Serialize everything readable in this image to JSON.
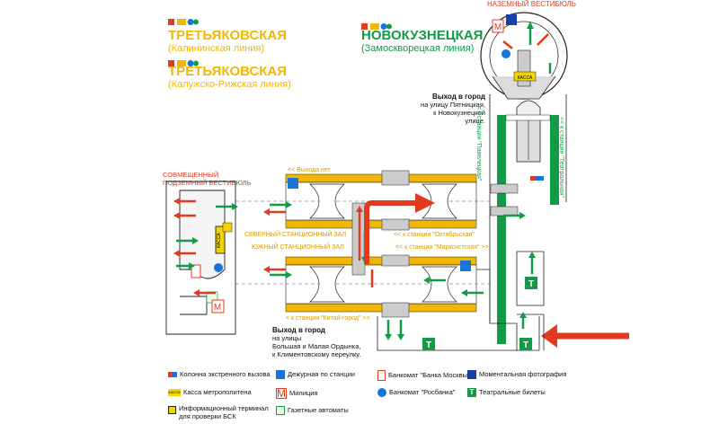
{
  "stations": {
    "tretyakovskaya_kalininskaya": {
      "name": "ТРЕТЬЯКОВСКАЯ",
      "line": "(Калининская линия)"
    },
    "tretyakovskaya_kaluzhsko": {
      "name": "ТРЕТЬЯКОВСКАЯ",
      "line": "(Калужско-Рижская линия)"
    },
    "novokuznetskaya": {
      "name": "НОВОКУЗНЕЦКАЯ",
      "line": "(Замоскворецкая линия)"
    }
  },
  "vestibules": {
    "ground": "НАЗЕМНЫЙ ВЕСТИБЮЛЬ",
    "combined": [
      "СОВМЕЩЕННЫЙ",
      "ПОДЗЕМНЫЙ ВЕСТИБЮЛЬ"
    ]
  },
  "exits": {
    "north": {
      "title": "Выход в город",
      "lines": [
        "на улицу Пятницкая,",
        "к Новокузнецкой улице."
      ]
    },
    "south": {
      "title": "Выход в город",
      "lines": [
        "на улицы",
        "Большая и Малая Ордынка,",
        "к Климентовскому переулку."
      ]
    }
  },
  "track_labels": {
    "top_yellow": "<< Выхода нет",
    "northern_hall": "СЕВЕРНЫЙ СТАНЦИОННЫЙ ЗАЛ",
    "southern_hall": "ЮЖНЫЙ СТАНЦИОННЫЙ ЗАЛ",
    "oktyabrskaya": "<< к станции \"Октябрьская\"",
    "marksistskaya": "<< к станции \"Марксистская\" >>",
    "kitay_gorod": "< к станции \"Китай-город\" >>",
    "paveletskaya": "< к станции \"Павелецкая\"",
    "teatralnaya": "<< к станции \"Театральная\""
  },
  "legend": [
    {
      "icon": "emergency-column-icon",
      "label": "Колонна экстренного вызова"
    },
    {
      "icon": "duty-officer-icon",
      "label": "Дежурная по станции"
    },
    {
      "icon": "atm-bank-moskvy-icon",
      "label": "Банкомат \"Банка Москвы\""
    },
    {
      "icon": "photo-booth-icon",
      "label": "Моментальная фотография"
    },
    {
      "icon": "ticket-office-icon",
      "label": "Касса метрополитена",
      "badge": "КАССА"
    },
    {
      "icon": "police-icon",
      "label": "Милиция",
      "badge": "M"
    },
    {
      "icon": "atm-rosbank-icon",
      "label": "Банкомат \"Росбанка\""
    },
    {
      "icon": "theatre-tickets-icon",
      "label": "Театральные билеты",
      "badge": "T"
    },
    {
      "icon": "info-terminal-icon",
      "label": "Информационный терминал для проверки БСК"
    },
    {
      "icon": "newspaper-machine-icon",
      "label": "Газетные автоматы"
    }
  ],
  "badges": {
    "kassa": "КАССА",
    "police": "M",
    "theatre": "T"
  },
  "colors": {
    "kalininskaya": "#f2b705",
    "zamoskvoretskaya": "#129a46",
    "arrow_red": "#e23a1e",
    "arrow_green": "#129a46",
    "duty_blue": "#1a73d9"
  }
}
